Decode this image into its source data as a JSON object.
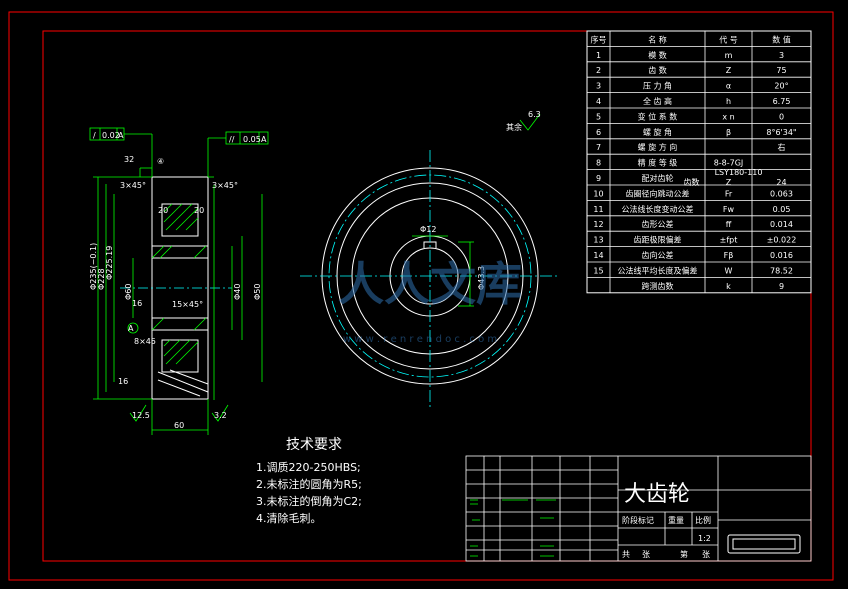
{
  "notes": {
    "title": "技术要求",
    "items": [
      "1.调质220-250HBS;",
      "2.未标注的圆角为R5;",
      "3.未标注的倒角为C2;",
      "4.清除毛刺。"
    ]
  },
  "title_block": {
    "part_name": "大齿轮",
    "stage_mark": "阶段标记",
    "weight": "重量",
    "scale_label": "比例",
    "scale_value": "1:2",
    "total": "共",
    "sheets": "张",
    "sheet_no": "第",
    "sheet_unit": "张"
  },
  "param_table": {
    "headers": [
      "序号",
      "名 称",
      "代 号",
      "数 值"
    ],
    "rows": [
      {
        "no": "1",
        "name": "模 数",
        "sym": "m",
        "val": "3"
      },
      {
        "no": "2",
        "name": "齿 数",
        "sym": "Z",
        "val": "75"
      },
      {
        "no": "3",
        "name": "压 力 角",
        "sym": "α",
        "val": "20°"
      },
      {
        "no": "4",
        "name": "全 齿 高",
        "sym": "h",
        "val": "6.75"
      },
      {
        "no": "5",
        "name": "变 位 系 数",
        "sym": "x n",
        "val": "0"
      },
      {
        "no": "6",
        "name": "螺 旋 角",
        "sym": "β",
        "val": "8°6'34\""
      },
      {
        "no": "7",
        "name": "螺 旋 方 向",
        "sym": "",
        "val": "右"
      },
      {
        "no": "8",
        "name": "精 度 等 级",
        "sym": "8-8-7GJ",
        "val": ""
      },
      {
        "no": "9",
        "name": "配对齿轮",
        "sym": "LSY180-110",
        "val": "",
        "sub_name": "齿数",
        "sub_sym": "Z",
        "sub_val": "24"
      },
      {
        "no": "10",
        "name": "齿圈径向跳动公差",
        "sym": "Fr",
        "val": "0.063"
      },
      {
        "no": "11",
        "name": "公法线长度变动公差",
        "sym": "Fw",
        "val": "0.05"
      },
      {
        "no": "12",
        "name": "齿形公差",
        "sym": "ff",
        "val": "0.014"
      },
      {
        "no": "13",
        "name": "齿距极限偏差",
        "sym": "±fpt",
        "val": "±0.022"
      },
      {
        "no": "14",
        "name": "齿向公差",
        "sym": "Fβ",
        "val": "0.016"
      },
      {
        "no": "15",
        "name": "公法线平均长度及偏差",
        "sym": "W",
        "val": "78.52"
      },
      {
        "no": "",
        "name": "跨测齿数",
        "sym": "k",
        "val": "9"
      }
    ]
  },
  "dims": {
    "tol1_a": "/",
    "tol1_b": "0.02",
    "tol1_c": "A",
    "tol2_a": "//",
    "tol2_b": "0.05",
    "tol2_c": "A",
    "width_32": "32",
    "ch_top_l": "3×45°",
    "ch_top_r": "3×45°",
    "w20_l": "20",
    "w20_r": "20",
    "d_tip": "Φ235(−0.1)",
    "d_root": "Φ228",
    "d_pitch": "Φ225.19",
    "d_hub": "Φ60",
    "d_bore": "Φ40",
    "d_bore2": "Φ50",
    "r16": "16",
    "module_text": "15×45°",
    "ch_bot": "8×45",
    "r16b": "16",
    "width_60": "60",
    "ra12": "12.5",
    "ra3": "3.2",
    "ra63": "6.3",
    "other": "其余",
    "ra_oth": "6.3",
    "key_top": "Φ12",
    "key_side": "Φ43.3",
    "datum": "A",
    "datum_mark": "④"
  },
  "watermark": {
    "text": "人人文库",
    "url": "w w w . r e n r e n d o c . c o m"
  },
  "colors": {
    "frame": "#ff0000",
    "line": "#ffffff",
    "dim": "#00ff00",
    "center": "#00ffff",
    "hatch": "#00ff00",
    "watermark": "#2e6fae"
  }
}
